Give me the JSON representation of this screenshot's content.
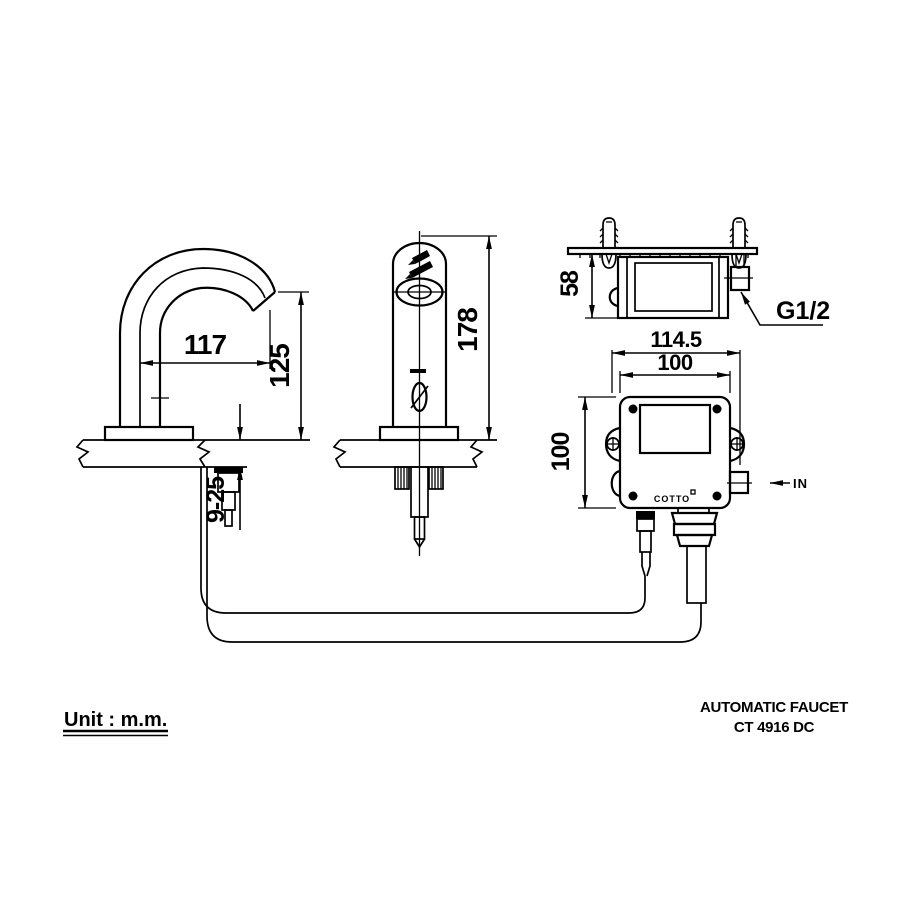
{
  "drawing": {
    "unit_label": "Unit : m.m.",
    "title_line1": "AUTOMATIC FAUCET",
    "title_line2": "CT 4916 DC",
    "brand": "COTTO",
    "colors": {
      "line": "#000000",
      "background": "#ffffff"
    },
    "views": {
      "faucet_side": {
        "dims": {
          "spout_reach": "117",
          "spout_height": "125",
          "deck_thickness": "9-25"
        }
      },
      "faucet_front": {
        "dims": {
          "total_height": "178"
        }
      },
      "control_box_side": {
        "dims": {
          "depth": "58"
        },
        "labels": {
          "inlet_thread": "G1/2"
        }
      },
      "control_box_front": {
        "dims": {
          "overall_width": "114.5",
          "body_width": "100",
          "body_height": "100"
        },
        "labels": {
          "inlet": "IN"
        }
      }
    }
  }
}
